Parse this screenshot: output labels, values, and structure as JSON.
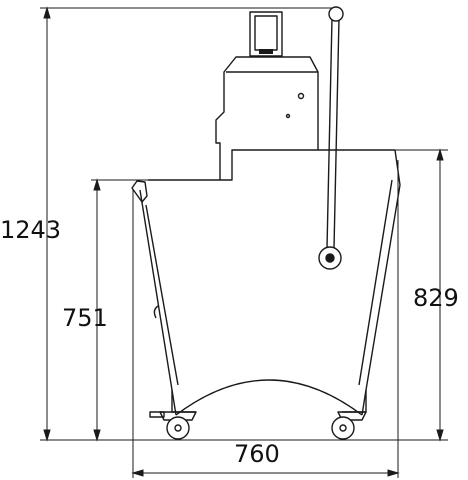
{
  "dimensions": {
    "overall_height": "1243",
    "left_height": "751",
    "right_height": "829",
    "width": "760"
  },
  "colors": {
    "line": "#1a1a1a",
    "background": "#ffffff"
  }
}
